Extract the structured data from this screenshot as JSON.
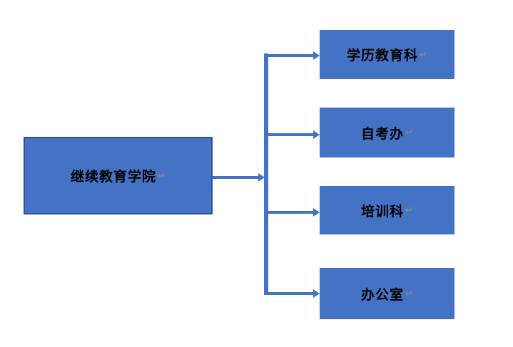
{
  "diagram": {
    "type": "org-chart",
    "root": {
      "label": "继续教育学院"
    },
    "children": [
      {
        "label": "学历教育科"
      },
      {
        "label": "自考办"
      },
      {
        "label": "培训科"
      },
      {
        "label": "办公室"
      }
    ],
    "paragraph_mark": "↵",
    "colors": {
      "node_fill": "#4472C4",
      "root_node_border": "#2F5597",
      "connector": "#4472C4",
      "label_text": "#000000",
      "paragraph_mark": "#9A8F75",
      "background": "#FFFFFF"
    }
  }
}
